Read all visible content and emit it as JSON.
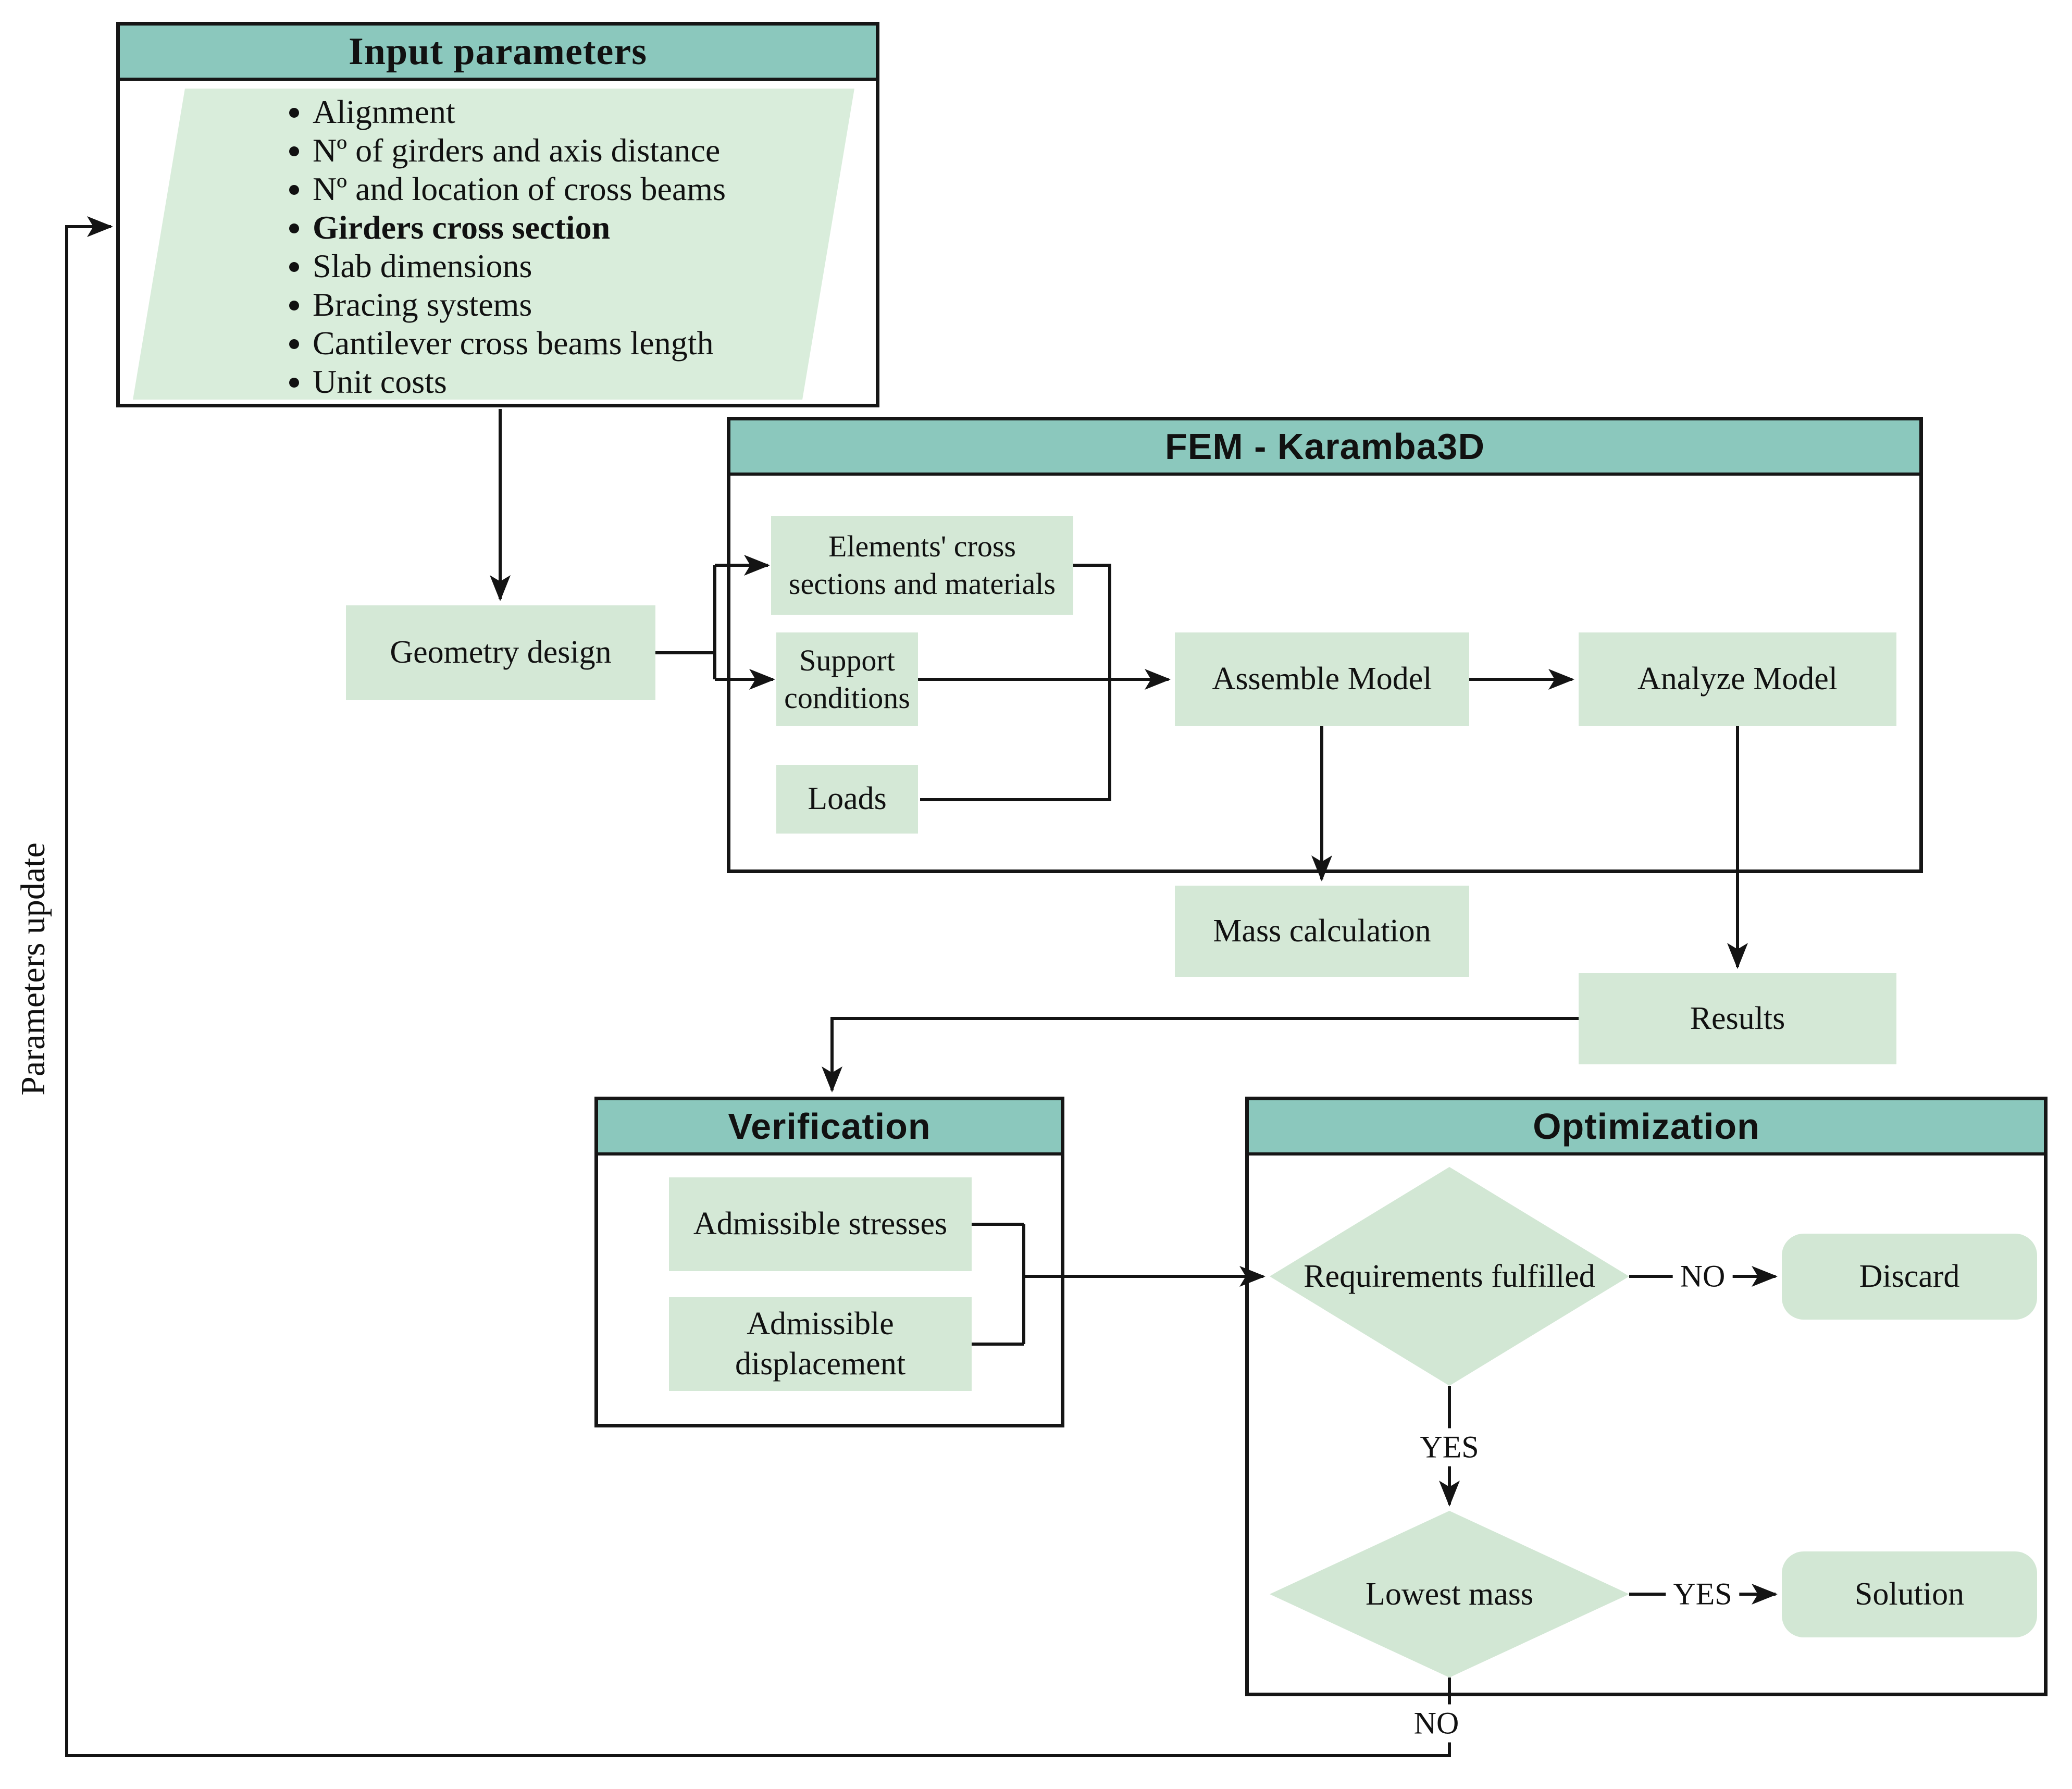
{
  "input_parameters": {
    "title": "Input parameters",
    "items": [
      "Alignment",
      "Nº of girders and axis distance",
      "Nº and location of cross beams",
      "Girders cross section",
      "Slab dimensions",
      "Bracing systems",
      "Cantilever cross beams length",
      "Unit costs"
    ]
  },
  "nodes": {
    "geometry_design": "Geometry design",
    "mass_calculation": "Mass calculation",
    "results": "Results"
  },
  "fem": {
    "title": "FEM - Karamba3D",
    "elements_cross": "Elements' cross sections and materials",
    "support_conditions": "Support conditions",
    "loads": "Loads",
    "assemble_model": "Assemble Model",
    "analyze_model": "Analyze Model"
  },
  "verification": {
    "title": "Verification",
    "admissible_stresses": "Admissible stresses",
    "admissible_displacement": "Admissible displacement"
  },
  "optimization": {
    "title": "Optimization",
    "requirements_fulfilled": "Requirements fulfilled",
    "discard": "Discard",
    "lowest_mass": "Lowest mass",
    "solution": "Solution",
    "label_no_discard": "NO",
    "label_yes_down": "YES",
    "label_yes_solution": "YES",
    "label_no_loop": "NO"
  },
  "feedback": {
    "label": "Parameters update"
  },
  "colors": {
    "header_teal": "#8BC8BD",
    "node_green": "#D4E8D6",
    "parallelogram_green": "#D9EDDB",
    "diamond_green": "#D2E7D4"
  }
}
